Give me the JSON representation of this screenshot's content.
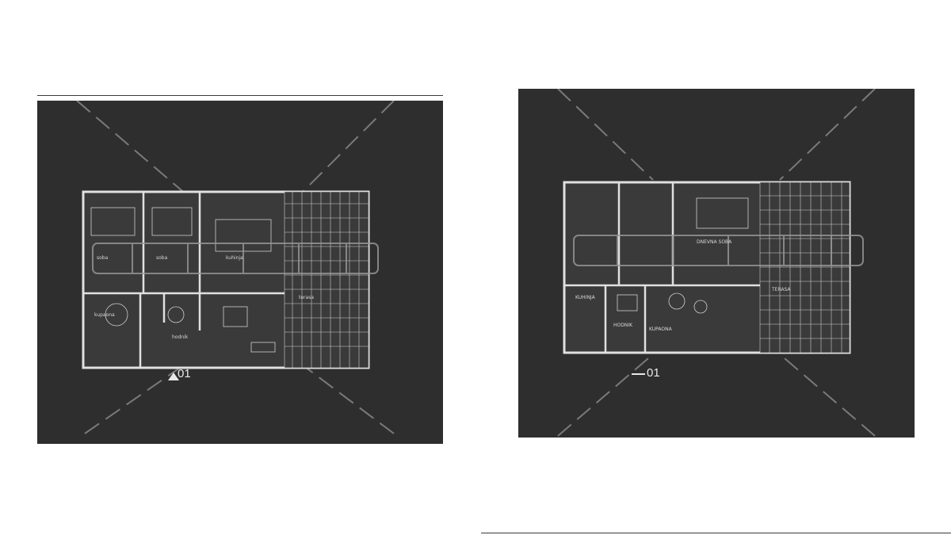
{
  "sheets": {
    "left": {
      "north_label": "01",
      "labels": [
        {
          "key": "l1",
          "text": "kuhinja"
        },
        {
          "key": "l2",
          "text": "soba"
        },
        {
          "key": "l3",
          "text": "kupaona"
        },
        {
          "key": "l4",
          "text": "hodnik"
        },
        {
          "key": "l5",
          "text": "terasa"
        }
      ]
    },
    "right": {
      "north_label": "01",
      "labels": [
        {
          "key": "r1",
          "text": "DNEVNA SOBA"
        },
        {
          "key": "r2",
          "text": "KUHINJA"
        },
        {
          "key": "r3",
          "text": "HODNIK"
        },
        {
          "key": "r4",
          "text": "KUPAONA"
        },
        {
          "key": "r5",
          "text": "TERASA"
        }
      ]
    }
  },
  "colors": {
    "sheet": "#2e2e2e",
    "linework": "#d8d8d8",
    "watermark": "#9a9a9a",
    "background": "#ffffff"
  }
}
